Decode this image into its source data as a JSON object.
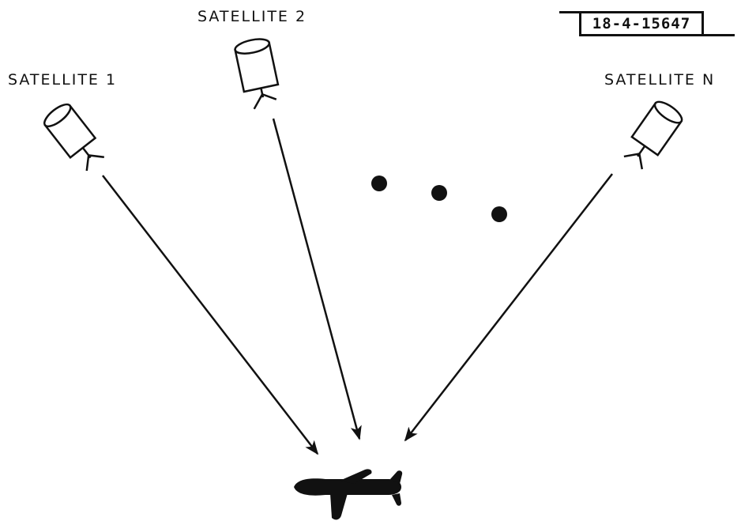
{
  "figure_id": "18-4-15647",
  "satellites": [
    {
      "label": "SATELLITE 1"
    },
    {
      "label": "SATELLITE 2"
    },
    {
      "label": "SATELLITE N"
    }
  ],
  "colors": {
    "ink": "#111111",
    "background": "#ffffff"
  },
  "icons": [
    "satellite-icon",
    "airplane-icon",
    "ellipsis-dots-icon"
  ]
}
